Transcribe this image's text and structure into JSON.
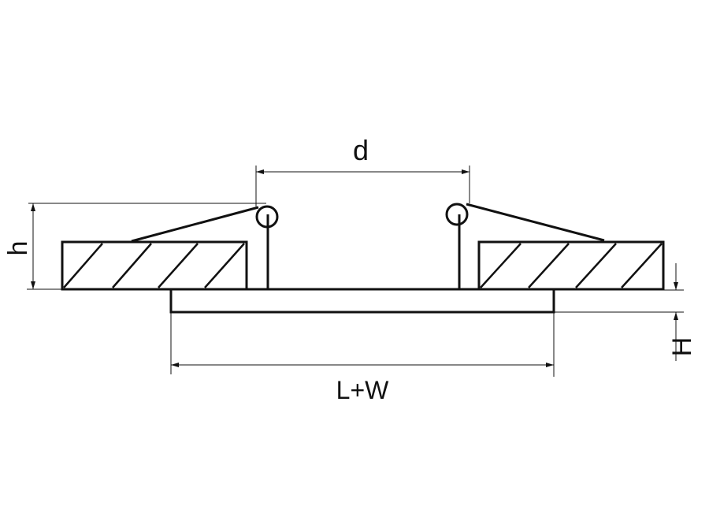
{
  "diagram": {
    "labels": {
      "d": "d",
      "h": "h",
      "H": "H",
      "lw": "L+W"
    },
    "colors": {
      "stroke": "#111111",
      "background": "#ffffff"
    }
  }
}
